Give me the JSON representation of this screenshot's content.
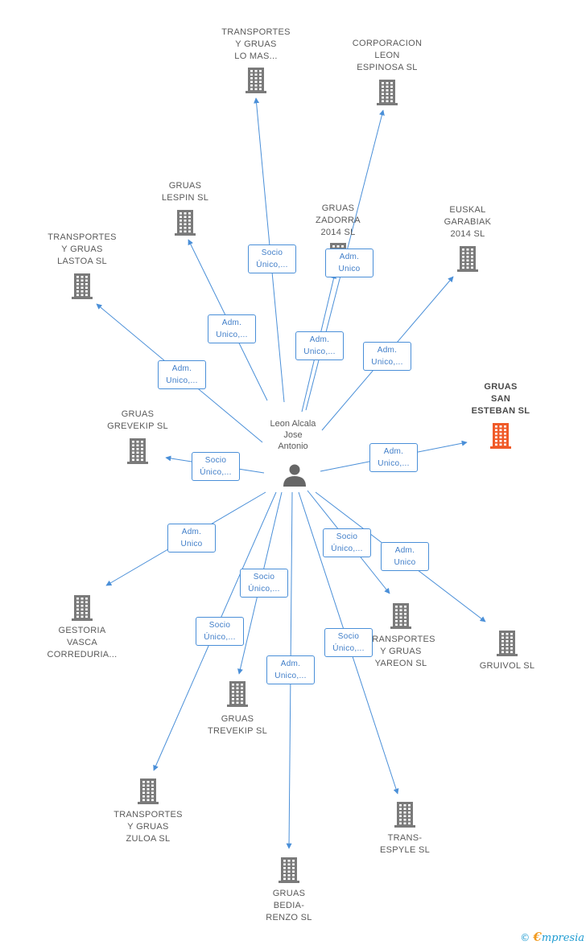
{
  "center": {
    "label": "Leon Alcala\nJose\nAntonio",
    "icon": "person-icon"
  },
  "colors": {
    "edge": "#4a8fd8",
    "building": "#7a7a7a",
    "highlight": "#f05a28",
    "person": "#666666"
  },
  "companies": [
    {
      "id": "transportes-gruas-lo-mas",
      "label": "TRANSPORTES\nY GRUAS\nLO MAS...",
      "role": "Socio\nÚnico,..."
    },
    {
      "id": "corporacion-leon-espinosa",
      "label": "CORPORACION\nLEON\nESPINOSA SL",
      "role": "Adm.\nUnico"
    },
    {
      "id": "gruas-lespin",
      "label": "GRUAS\nLESPIN SL",
      "role": "Adm.\nUnico,..."
    },
    {
      "id": "gruas-zadorra",
      "label": "GRUAS\nZADORRA\n2014 SL",
      "role": "Adm.\nUnico,..."
    },
    {
      "id": "euskal-garabiak",
      "label": "EUSKAL\nGARABIAK\n2014 SL",
      "role": "Adm.\nUnico,..."
    },
    {
      "id": "transportes-gruas-lastoa",
      "label": "TRANSPORTES\nY GRUAS\nLASTOA SL",
      "role": "Adm.\nUnico,..."
    },
    {
      "id": "gruas-san-esteban",
      "label": "GRUAS\nSAN\nESTEBAN SL",
      "role": "Adm.\nUnico,...",
      "highlight": true
    },
    {
      "id": "gruas-grevekip",
      "label": "GRUAS\nGREVEKIP SL",
      "role": "Socio\nÚnico,..."
    },
    {
      "id": "gestoria-vasca",
      "label": "GESTORIA\nVASCA\nCORREDURIA...",
      "role": "Adm.\nUnico"
    },
    {
      "id": "transportes-gruas-yareon",
      "label": "TRANSPORTES\nY GRUAS\nYAREON SL",
      "role": "Socio\nÚnico,..."
    },
    {
      "id": "gruivol",
      "label": "GRUIVOL SL",
      "role": "Adm.\nUnico"
    },
    {
      "id": "gruas-trevekip",
      "label": "GRUAS\nTREVEKIP SL",
      "role": "Socio\nÚnico,..."
    },
    {
      "id": "transportes-gruas-zuloa",
      "label": "TRANSPORTES\nY GRUAS\nZULOA SL",
      "role": "Socio\nÚnico,..."
    },
    {
      "id": "trans-espyle",
      "label": "TRANS-\nESPYLE SL",
      "role": "Socio\nÚnico,..."
    },
    {
      "id": "gruas-bedia-renzo",
      "label": "GRUAS\nBEDIA-\nRENZO SL",
      "role": "Adm.\nUnico,..."
    }
  ],
  "footer": {
    "copyright": "©",
    "brand_e": "€",
    "brand_rest": "mpresia"
  }
}
